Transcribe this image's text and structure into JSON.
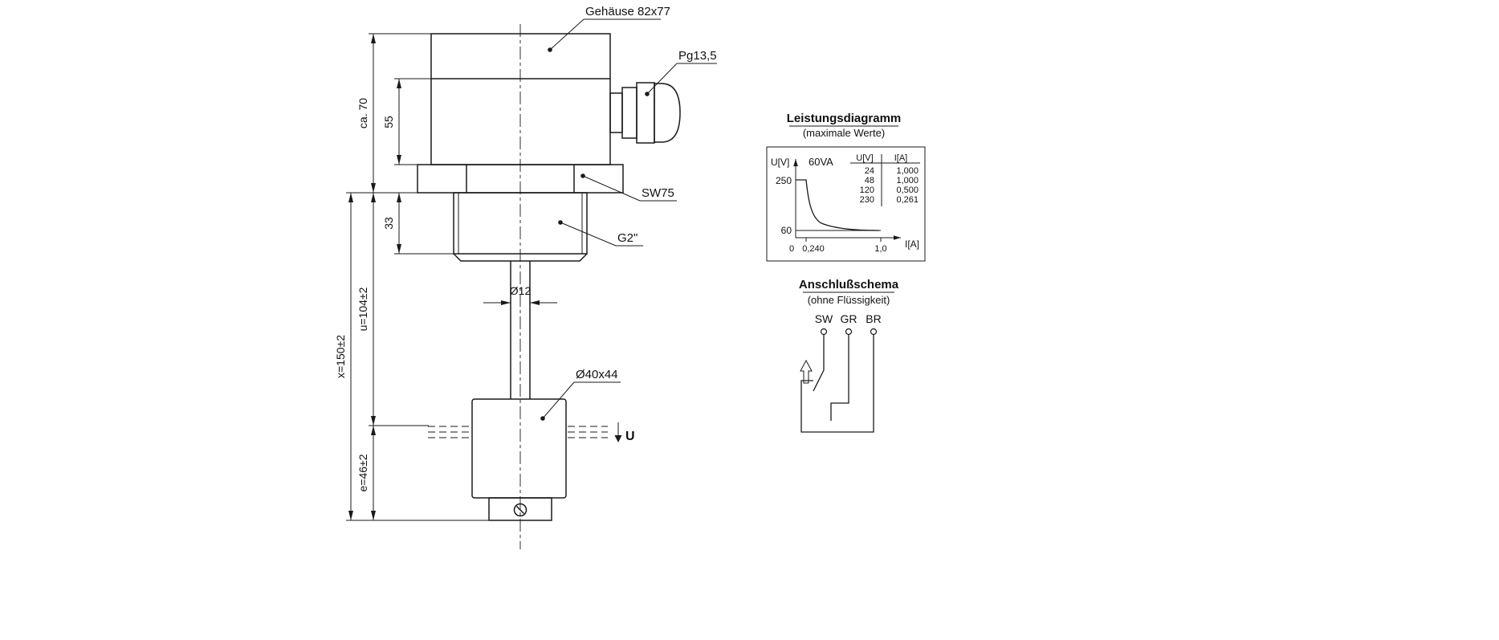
{
  "drawing": {
    "callouts": {
      "gehaeuse": "Gehäuse 82x77",
      "pg": "Pg13,5",
      "sw": "SW75",
      "g2": "G2\"",
      "float_dim": "Ø40x44",
      "rod_dia": "Ø12",
      "level": "U"
    },
    "dims": {
      "ca70": "ca. 70",
      "h55": "55",
      "h33": "33",
      "u104": "u=104±2",
      "x150": "x=150±2",
      "e46": "e=46±2"
    }
  },
  "power_chart": {
    "title": "Leistungsdiagramm",
    "subtitle": "(maximale Werte)",
    "va_rating": "60VA",
    "y_axis": "U[V]",
    "x_axis": "I[A]",
    "y_tick_250": "250",
    "y_tick_60": "60",
    "x_tick_0": "0",
    "x_tick_024": "0,240",
    "x_tick_10": "1,0",
    "table": {
      "col_u": "U[V]",
      "col_i": "I[A]",
      "rows": [
        [
          "24",
          "1,000"
        ],
        [
          "48",
          "1,000"
        ],
        [
          "120",
          "0,500"
        ],
        [
          "230",
          "0,261"
        ]
      ]
    }
  },
  "schema": {
    "title": "Anschlußschema",
    "subtitle": "(ohne Flüssigkeit)",
    "terminals": [
      "SW",
      "GR",
      "BR"
    ]
  },
  "chart_data": {
    "type": "line",
    "title": "Leistungsdiagramm (maximale Werte)",
    "xlabel": "I[A]",
    "ylabel": "U[V]",
    "xlim": [
      0,
      1.1
    ],
    "ylim": [
      0,
      250
    ],
    "series": [
      {
        "name": "60VA Grenzkurve",
        "points": [
          [
            0.24,
            250
          ],
          [
            1.0,
            60
          ]
        ]
      }
    ],
    "annotations": [
      "60VA"
    ],
    "max_values_table": {
      "columns": [
        "U[V]",
        "I[A]"
      ],
      "rows": [
        [
          24,
          1.0
        ],
        [
          48,
          1.0
        ],
        [
          120,
          0.5
        ],
        [
          230,
          0.261
        ]
      ]
    }
  }
}
